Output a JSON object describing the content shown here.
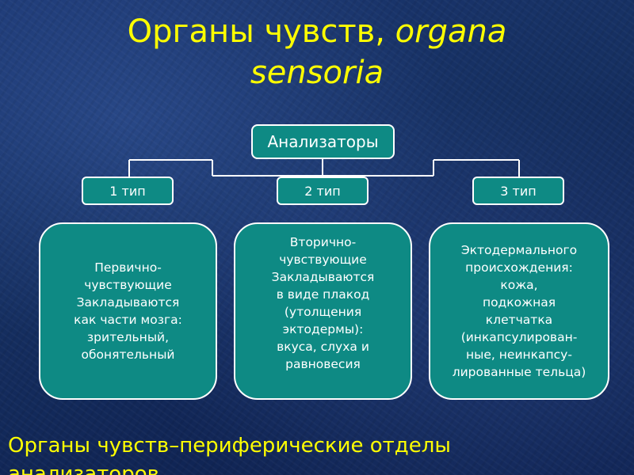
{
  "title": {
    "line1_text": "Органы чувств, ",
    "line1_latin": "organa",
    "line2_latin": "sensoria"
  },
  "diagram": {
    "root": "Анализаторы",
    "types": [
      {
        "label": "1 тип",
        "description": [
          "Первично-",
          "чувствующие",
          "Закладываются",
          "как части мозга:",
          "зрительный,",
          "обонятельный"
        ]
      },
      {
        "label": "2 тип",
        "description": [
          "Вторично-",
          "чувствующие",
          "Закладываются",
          "в виде плакод",
          "(утолщения",
          "эктодермы):",
          "вкуса, слуха и",
          "равновесия"
        ]
      },
      {
        "label": "3 тип",
        "description": [
          "Эктодермального",
          "происхождения:",
          "кожа,",
          "подкожная",
          "клетчатка",
          "(инкапсулирован-",
          "ные, неинкапсу-",
          "лированные тельца)"
        ]
      }
    ]
  },
  "footer": {
    "line1": "Органы чувств–периферические отделы",
    "line2": "анализаторов"
  },
  "colors": {
    "title": "#ffff00",
    "box_fill": "#0e8a84",
    "box_border": "#ffffff",
    "background": "#163062"
  }
}
